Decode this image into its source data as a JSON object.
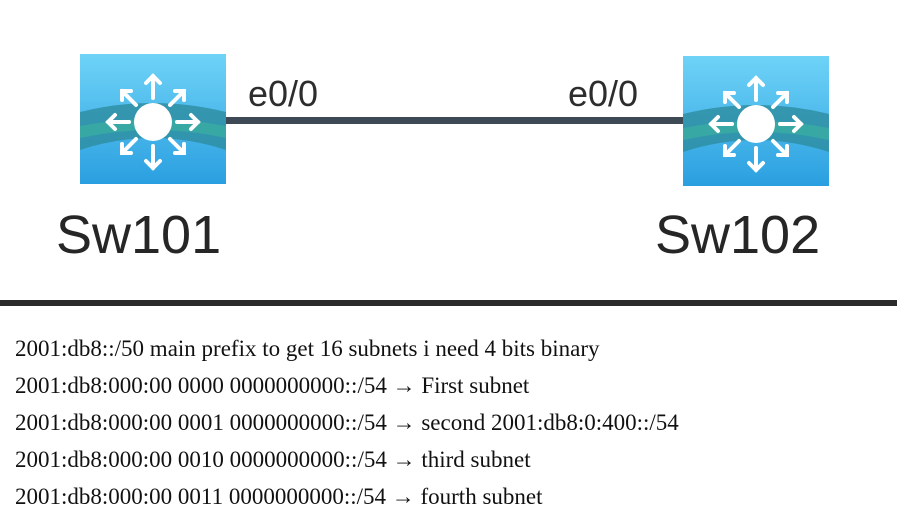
{
  "topology": {
    "link": {
      "left_port": "e0/0",
      "right_port": "e0/0"
    },
    "devices": [
      {
        "name": "Sw101",
        "icon": "layer3-switch-icon"
      },
      {
        "name": "Sw102",
        "icon": "layer3-switch-icon"
      }
    ],
    "colors": {
      "switch_top": "#5cc8f2",
      "switch_body": "#2aa6e6",
      "switch_band": "#2e8fa6",
      "link": "#3d4a55"
    }
  },
  "notes": [
    "2001:db8::/50 main prefix  to get 16 subnets i need 4 bits binary",
    "2001:db8:000:00 0000 0000000000::/54 → First subnet",
    "2001:db8:000:00 0001 0000000000::/54 → second 2001:db8:0:400::/54",
    "2001:db8:000:00 0010 0000000000::/54 → third subnet",
    "2001:db8:000:00 0011 0000000000::/54 → fourth subnet"
  ]
}
